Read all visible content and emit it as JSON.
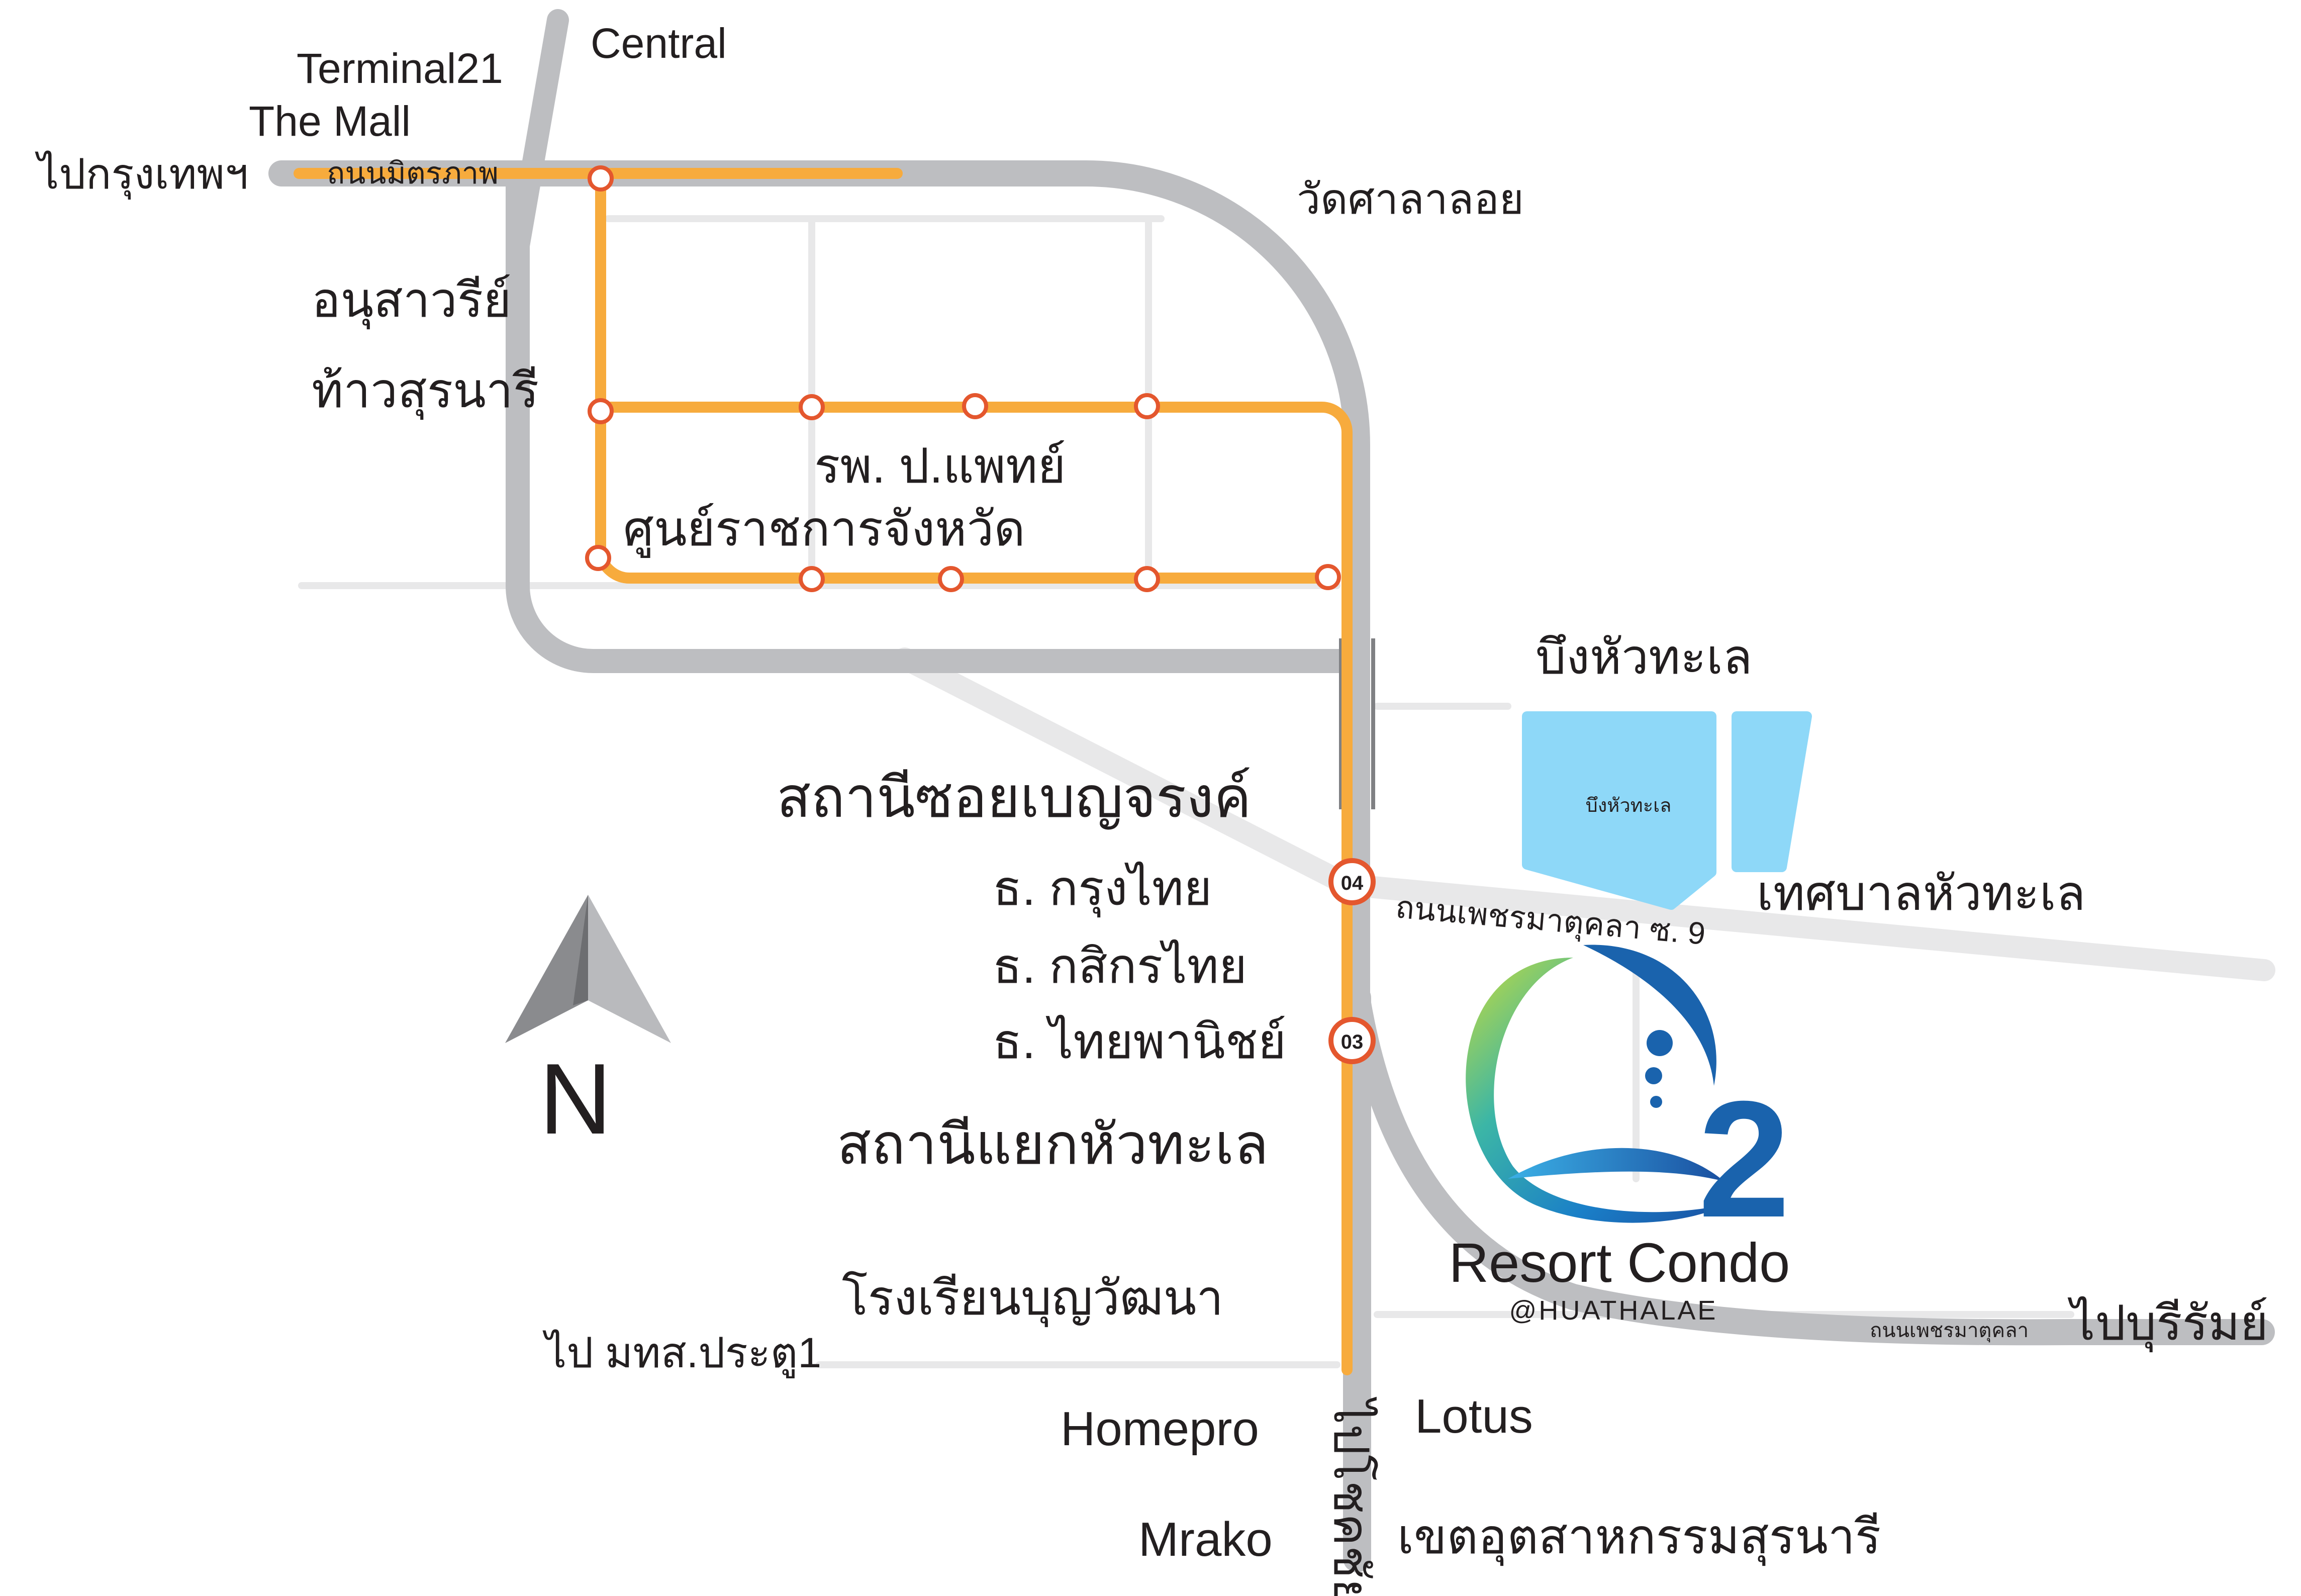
{
  "labels": {
    "terminal21": "Terminal21",
    "central": "Central",
    "the_mall": "The Mall",
    "to_bangkok": "ไปกรุงเทพฯ",
    "mittraphap_road": "ถนนมิตรภาพ",
    "wat_sala_loi": "วัดศาลาลอย",
    "anusawari_line1": "อนุสาวรีย์",
    "anusawari_line2": "ท้าวสุรนารี",
    "hospital": "รพ. ป.แพทย์",
    "provincial_hall": "ศูนย์ราชการจังหวัด",
    "bueng_hua_thale": "บึงหัวทะเล",
    "lake_label": "บึงหัวทะเล",
    "soi_benchalong_station": "สถานีซอยเบญจรงค์",
    "krungthai_bank": "ธ. กรุงไทย",
    "kasikorn_bank": "ธ. กสิกรไทย",
    "scb_bank": "ธ. ไทยพานิชย์",
    "phet_road_soi9": "ถนนเพชรมาตุคลา ซ. 9",
    "hua_thale_municipality": "เทศบาลหัวทะเล",
    "yaek_hua_thale_station": "สถานีแยกหัวทะเล",
    "school": "โรงเรียนบุญวัฒนา",
    "to_sut_gate1": "ไป มทส.ประตู1",
    "homepro": "Homepro",
    "lotus": "Lotus",
    "mrako": "Mrako",
    "to_chok_chai": "ไปโชคชัย",
    "suranaree_industrial": "เขตอุตสาหกรรมสุรนารี",
    "phet_road": "ถนนเพชรมาตุคลา",
    "to_buriram": "ไปบุรีรัมย์",
    "north": "N",
    "station_04": "04",
    "station_03": "03"
  },
  "brand": {
    "name": "Resort Condo",
    "handle": "@HUATHALAE",
    "logo_digit": "2"
  },
  "colors": {
    "road": "#bdbec1",
    "minor_road": "#e8e8e9",
    "transit_line": "#f7ab3d",
    "station": "#e4572e",
    "lake": "#8ed8f8",
    "brand_blue": "#1a63ad",
    "brand_green": "#8cc63e",
    "text": "#231f20"
  },
  "icons": {
    "compass": "north-arrow-icon",
    "logo": "o2-swirl-logo-icon"
  }
}
